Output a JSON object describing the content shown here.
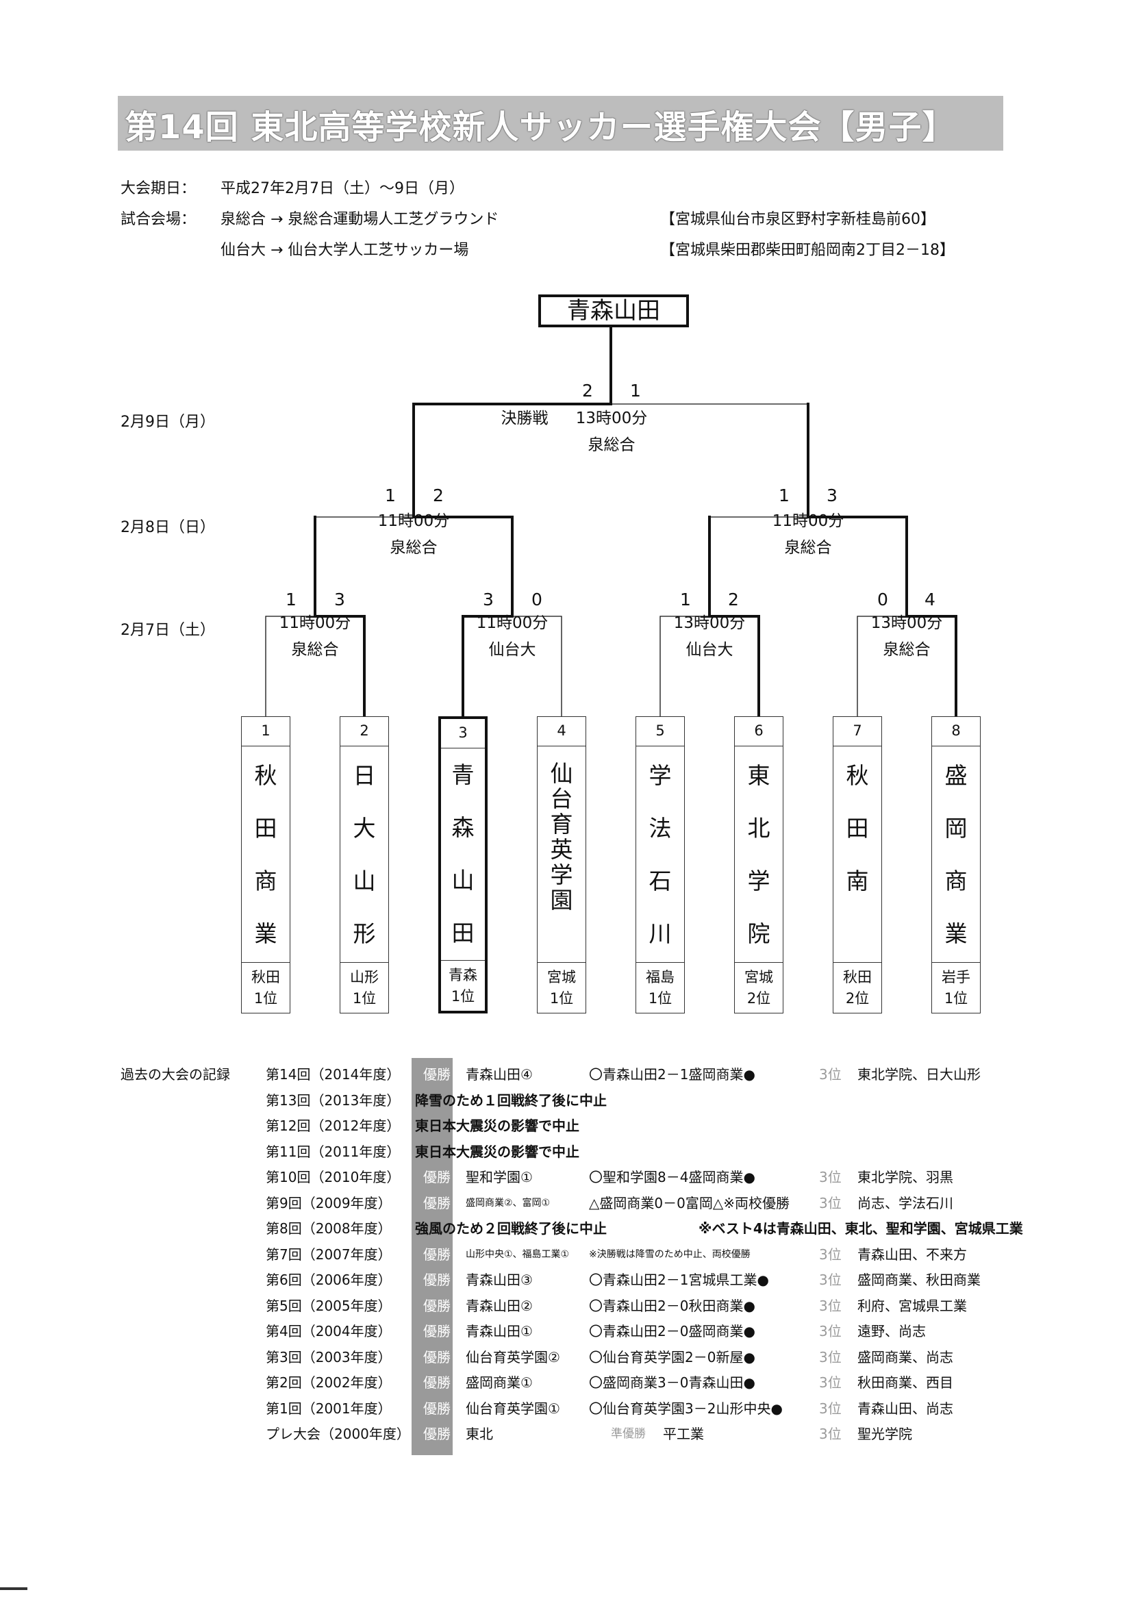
{
  "title": "第14回 東北高等学校新人サッカー選手権大会【男子】",
  "info": {
    "period_label": "大会期日：",
    "period_value": "平成27年2月7日（土）～9日（月）",
    "venue_label": "試合会場：",
    "venue1": "泉総合 → 泉総合運動場人工芝グラウンド",
    "venue1_address": "【宮城県仙台市泉区野村字新桂島前60】",
    "venue2": "仙台大 → 仙台大学人工芝サッカー場",
    "venue2_address": "【宮城県柴田郡柴田町船岡南2丁目2－18】"
  },
  "dates": {
    "final": "2月9日（月）",
    "semi": "2月8日（日）",
    "first": "2月7日（土）"
  },
  "champion": "青森山田",
  "final": {
    "label": "決勝戦",
    "time": "13時00分",
    "venue": "泉総合",
    "score_left": "2",
    "score_right": "1"
  },
  "semis": [
    {
      "time": "11時00分",
      "venue": "泉総合",
      "score_left": "1",
      "score_right": "2"
    },
    {
      "time": "11時00分",
      "venue": "泉総合",
      "score_left": "1",
      "score_right": "3"
    }
  ],
  "first_round": [
    {
      "time": "11時00分",
      "venue": "泉総合",
      "score_left": "1",
      "score_right": "3"
    },
    {
      "time": "11時00分",
      "venue": "仙台大",
      "score_left": "3",
      "score_right": "0"
    },
    {
      "time": "13時00分",
      "venue": "仙台大",
      "score_left": "1",
      "score_right": "2"
    },
    {
      "time": "13時00分",
      "venue": "泉総合",
      "score_left": "0",
      "score_right": "4"
    }
  ],
  "teams": [
    {
      "seed": "1",
      "chars": [
        "秋",
        "田",
        "商",
        "業"
      ],
      "pref1": "秋田",
      "pref2": "1位"
    },
    {
      "seed": "2",
      "chars": [
        "日",
        "大",
        "山",
        "形"
      ],
      "pref1": "山形",
      "pref2": "1位"
    },
    {
      "seed": "3",
      "chars": [
        "青",
        "森",
        "山",
        "田"
      ],
      "pref1": "青森",
      "pref2": "1位"
    },
    {
      "seed": "4",
      "chars": [
        "仙",
        "台",
        "育",
        "英",
        "学",
        "園"
      ],
      "pref1": "宮城",
      "pref2": "1位"
    },
    {
      "seed": "5",
      "chars": [
        "学",
        "法",
        "石",
        "川"
      ],
      "pref1": "福島",
      "pref2": "1位"
    },
    {
      "seed": "6",
      "chars": [
        "東",
        "北",
        "学",
        "院"
      ],
      "pref1": "宮城",
      "pref2": "2位"
    },
    {
      "seed": "7",
      "chars": [
        "秋",
        "田",
        "南"
      ],
      "pref1": "秋田",
      "pref2": "2位"
    },
    {
      "seed": "8",
      "chars": [
        "盛",
        "岡",
        "商",
        "業"
      ],
      "pref1": "岩手",
      "pref2": "1位"
    }
  ],
  "history": {
    "label": "過去の大会の記録",
    "badge": "優勝",
    "third_label": "3位",
    "rows": [
      {
        "year": "第14回（2014年度）",
        "winner": "青森山田④",
        "final": "〇青森山田2－1盛岡商業●",
        "third": "東北学院、日大山形"
      },
      {
        "year": "第13回（2013年度）",
        "note": "降雪のため１回戦終了後に中止"
      },
      {
        "year": "第12回（2012年度）",
        "note": "東日本大震災の影響で中止"
      },
      {
        "year": "第11回（2011年度）",
        "note": "東日本大震災の影響で中止"
      },
      {
        "year": "第10回（2010年度）",
        "winner": "聖和学園①",
        "final": "〇聖和学園8－4盛岡商業●",
        "third": "東北学院、羽黒"
      },
      {
        "year": "第9回（2009年度）",
        "winner_small": "盛岡商業②、富岡①",
        "final": "△盛岡商業0－0富岡△※両校優勝",
        "third": "尚志、学法石川"
      },
      {
        "year": "第8回（2008年度）",
        "note": "強風のため２回戦終了後に中止",
        "note2": "※ベスト4は青森山田、東北、聖和学園、宮城県工業"
      },
      {
        "year": "第7回（2007年度）",
        "winner_small": "山形中央①、福島工業①",
        "final_small": "※決勝戦は降雪のため中止、両校優勝",
        "third": "青森山田、不来方"
      },
      {
        "year": "第6回（2006年度）",
        "winner": "青森山田③",
        "final": "〇青森山田2－1宮城県工業●",
        "third": "盛岡商業、秋田商業"
      },
      {
        "year": "第5回（2005年度）",
        "winner": "青森山田②",
        "final": "〇青森山田2－0秋田商業●",
        "third": "利府、宮城県工業"
      },
      {
        "year": "第4回（2004年度）",
        "winner": "青森山田①",
        "final": "〇青森山田2－0盛岡商業●",
        "third": "遠野、尚志"
      },
      {
        "year": "第3回（2003年度）",
        "winner": "仙台育英学園②",
        "final": "〇仙台育英学園2－0新屋●",
        "third": "盛岡商業、尚志"
      },
      {
        "year": "第2回（2002年度）",
        "winner": "盛岡商業①",
        "final": "〇盛岡商業3－0青森山田●",
        "third": "秋田商業、西目"
      },
      {
        "year": "第1回（2001年度）",
        "winner": "仙台育英学園①",
        "final": "〇仙台育英学園3－2山形中央●",
        "third": "青森山田、尚志"
      },
      {
        "year": "プレ大会（2000年度）",
        "winner": "東北",
        "runner_label": "準優勝",
        "runner": "平工業",
        "third": "聖光学院"
      }
    ]
  }
}
